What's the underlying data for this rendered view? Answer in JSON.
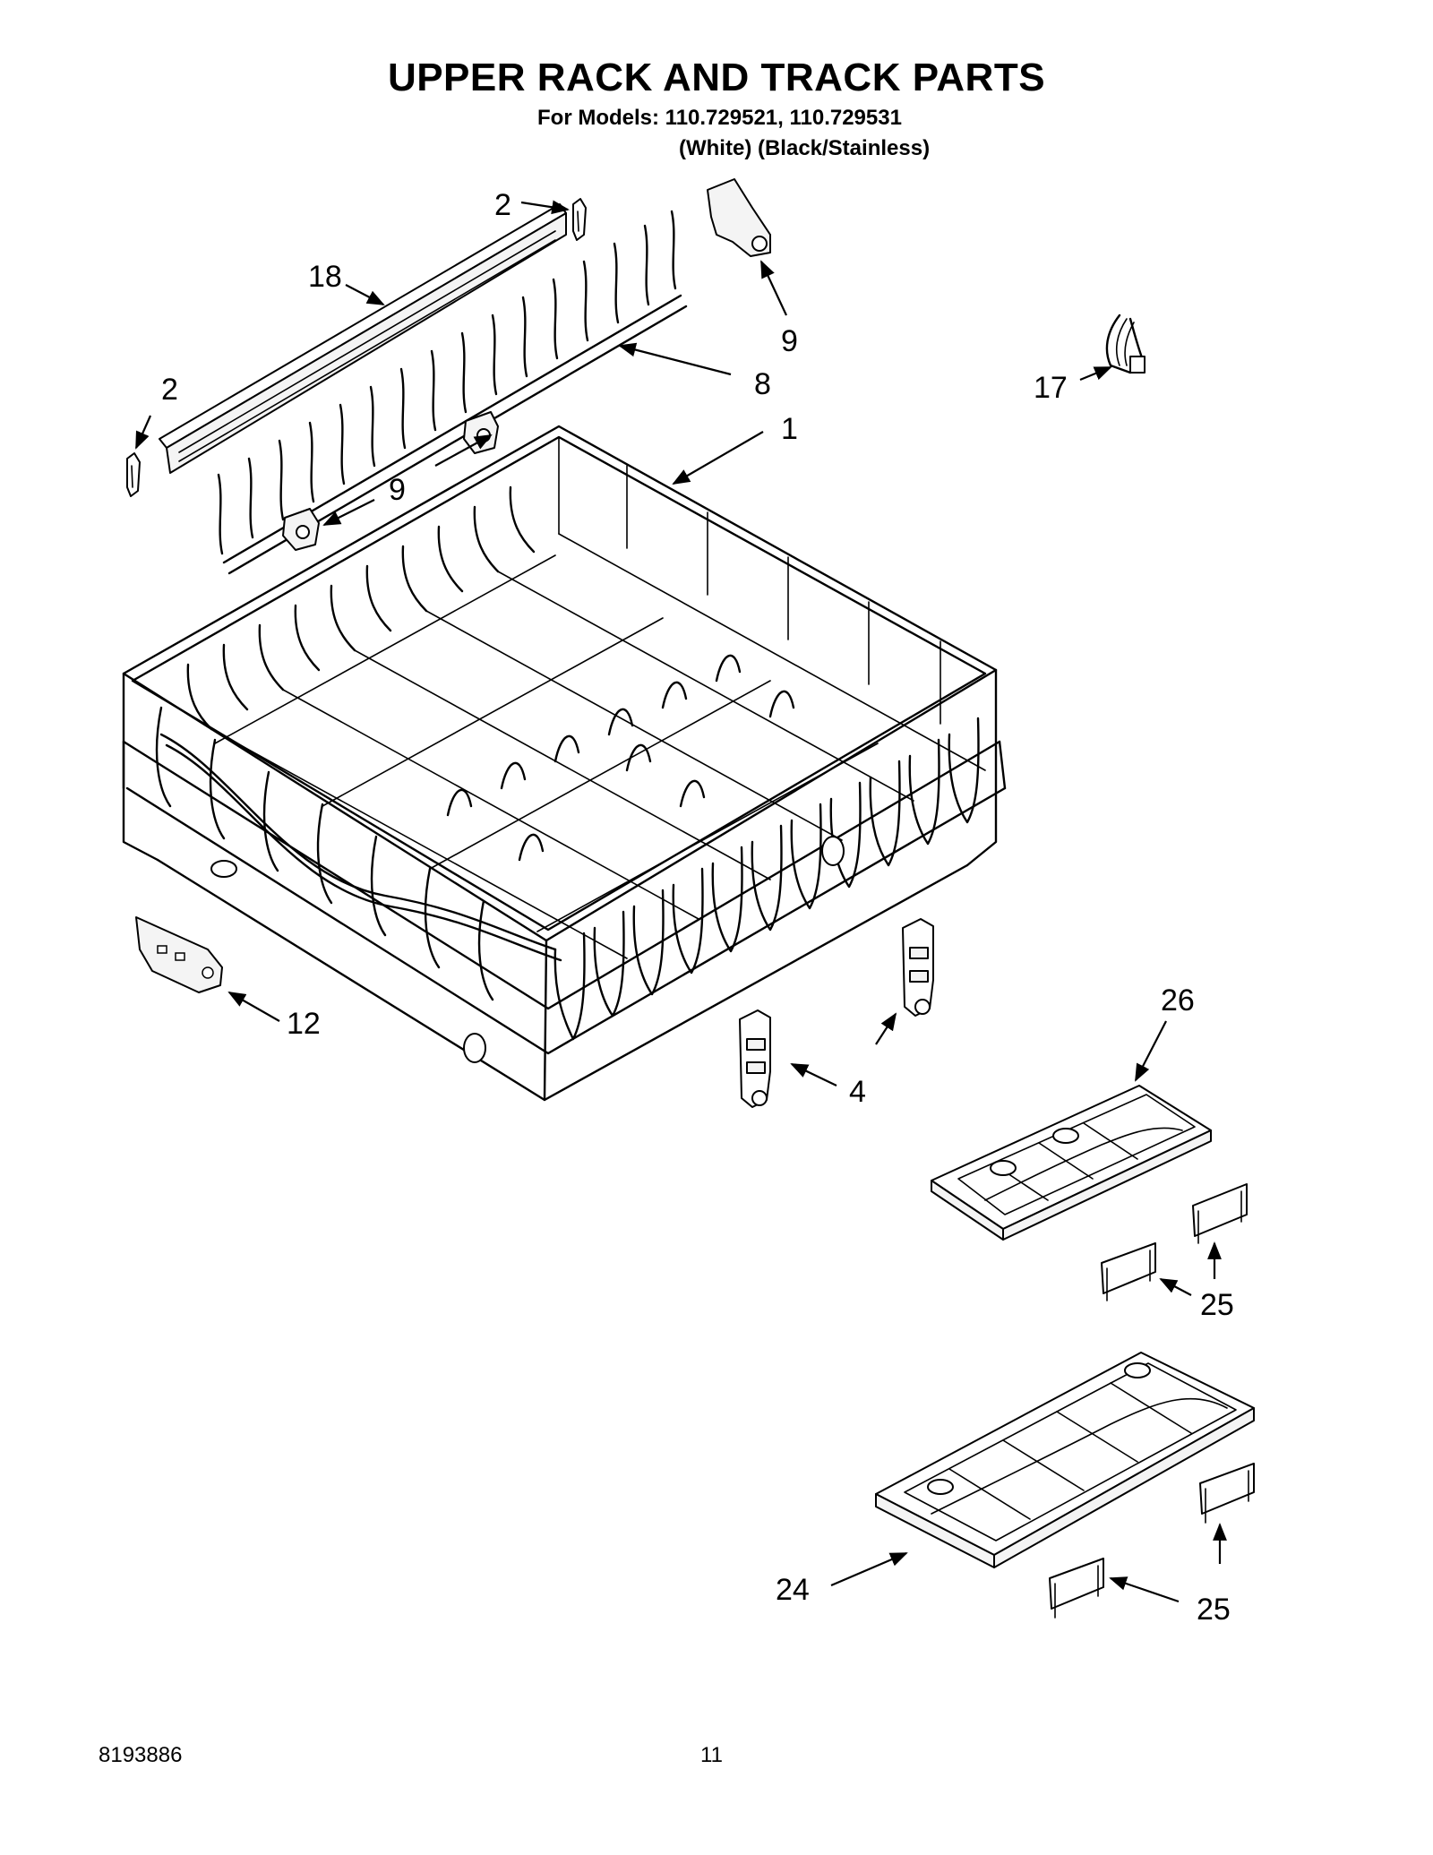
{
  "header": {
    "title": "UPPER RACK AND TRACK PARTS",
    "models_line": "For Models: 110.729521, 110.729531",
    "variants_line": "(White) (Black/Stainless)"
  },
  "callouts": {
    "c2_top": "2",
    "c18": "18",
    "c9_top": "9",
    "c8": "8",
    "c2_left": "2",
    "c17": "17",
    "c1": "1",
    "c9_mid": "9",
    "c12": "12",
    "c26": "26",
    "c4": "4",
    "c25_upper": "25",
    "c24": "24",
    "c25_lower": "25"
  },
  "footer": {
    "doc_number": "8193886",
    "page_number": "11"
  },
  "colors": {
    "ink": "#000000",
    "paper": "#ffffff"
  }
}
